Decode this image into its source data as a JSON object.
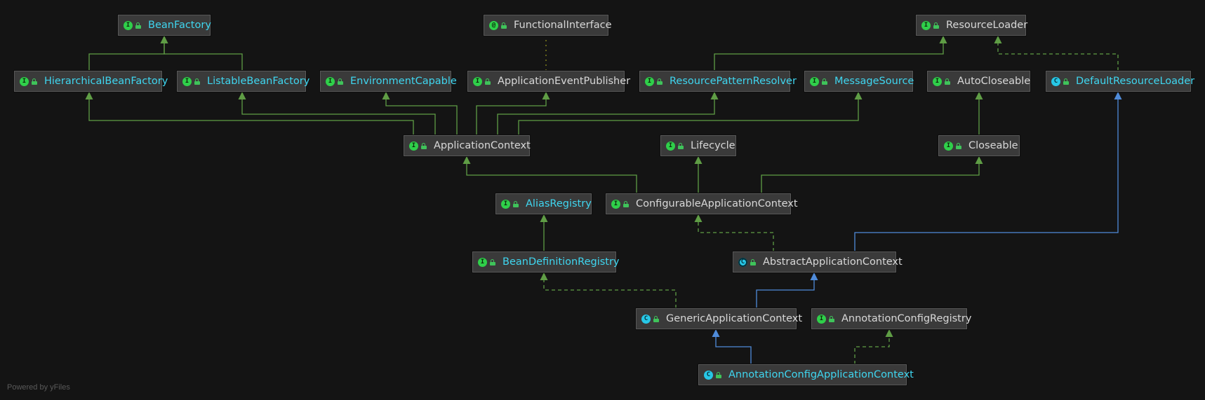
{
  "colors": {
    "background": "#141414",
    "node_fill": "#3a3a3a",
    "node_border": "#585858",
    "extends_edge": "#5f9d45",
    "implements_edge": "#4f8bd9",
    "annotation_edge": "#8c8c1e",
    "interface_badge": "#2fd04a",
    "class_badge": "#27c7e6",
    "linked_label": "#3fd6f0",
    "plain_label": "#d8d8d8"
  },
  "nodes": [
    {
      "id": "BeanFactory",
      "label": "BeanFactory",
      "kind": "interface",
      "linked": true
    },
    {
      "id": "FunctionalInterface",
      "label": "FunctionalInterface",
      "kind": "annotation",
      "linked": false
    },
    {
      "id": "ResourceLoader",
      "label": "ResourceLoader",
      "kind": "interface",
      "linked": false
    },
    {
      "id": "HierarchicalBeanFactory",
      "label": "HierarchicalBeanFactory",
      "kind": "interface",
      "linked": true
    },
    {
      "id": "ListableBeanFactory",
      "label": "ListableBeanFactory",
      "kind": "interface",
      "linked": true
    },
    {
      "id": "EnvironmentCapable",
      "label": "EnvironmentCapable",
      "kind": "interface",
      "linked": true
    },
    {
      "id": "ApplicationEventPublisher",
      "label": "ApplicationEventPublisher",
      "kind": "interface",
      "linked": false
    },
    {
      "id": "ResourcePatternResolver",
      "label": "ResourcePatternResolver",
      "kind": "interface",
      "linked": true
    },
    {
      "id": "MessageSource",
      "label": "MessageSource",
      "kind": "interface",
      "linked": true
    },
    {
      "id": "AutoCloseable",
      "label": "AutoCloseable",
      "kind": "interface",
      "linked": false
    },
    {
      "id": "DefaultResourceLoader",
      "label": "DefaultResourceLoader",
      "kind": "class",
      "linked": true
    },
    {
      "id": "ApplicationContext",
      "label": "ApplicationContext",
      "kind": "interface",
      "linked": false
    },
    {
      "id": "Lifecycle",
      "label": "Lifecycle",
      "kind": "interface",
      "linked": false
    },
    {
      "id": "Closeable",
      "label": "Closeable",
      "kind": "interface",
      "linked": false
    },
    {
      "id": "AliasRegistry",
      "label": "AliasRegistry",
      "kind": "interface",
      "linked": true
    },
    {
      "id": "ConfigurableApplicationContext",
      "label": "ConfigurableApplicationContext",
      "kind": "interface",
      "linked": false
    },
    {
      "id": "BeanDefinitionRegistry",
      "label": "BeanDefinitionRegistry",
      "kind": "interface",
      "linked": true
    },
    {
      "id": "AbstractApplicationContext",
      "label": "AbstractApplicationContext",
      "kind": "abstract",
      "linked": false
    },
    {
      "id": "GenericApplicationContext",
      "label": "GenericApplicationContext",
      "kind": "class",
      "linked": false
    },
    {
      "id": "AnnotationConfigRegistry",
      "label": "AnnotationConfigRegistry",
      "kind": "interface",
      "linked": false
    },
    {
      "id": "AnnotationConfigApplicationContext",
      "label": "AnnotationConfigApplicationContext",
      "kind": "class",
      "linked": true
    }
  ],
  "edges": [
    {
      "from": "HierarchicalBeanFactory",
      "to": "BeanFactory",
      "type": "extends"
    },
    {
      "from": "ListableBeanFactory",
      "to": "BeanFactory",
      "type": "extends"
    },
    {
      "from": "ApplicationEventPublisher",
      "to": "FunctionalInterface",
      "type": "annotation"
    },
    {
      "from": "ResourcePatternResolver",
      "to": "ResourceLoader",
      "type": "extends"
    },
    {
      "from": "DefaultResourceLoader",
      "to": "ResourceLoader",
      "type": "implements-interface"
    },
    {
      "from": "ApplicationContext",
      "to": "HierarchicalBeanFactory",
      "type": "extends"
    },
    {
      "from": "ApplicationContext",
      "to": "ListableBeanFactory",
      "type": "extends"
    },
    {
      "from": "ApplicationContext",
      "to": "EnvironmentCapable",
      "type": "extends"
    },
    {
      "from": "ApplicationContext",
      "to": "ApplicationEventPublisher",
      "type": "extends"
    },
    {
      "from": "ApplicationContext",
      "to": "ResourcePatternResolver",
      "type": "extends"
    },
    {
      "from": "ApplicationContext",
      "to": "MessageSource",
      "type": "extends"
    },
    {
      "from": "Closeable",
      "to": "AutoCloseable",
      "type": "extends"
    },
    {
      "from": "ConfigurableApplicationContext",
      "to": "ApplicationContext",
      "type": "extends"
    },
    {
      "from": "ConfigurableApplicationContext",
      "to": "Lifecycle",
      "type": "extends"
    },
    {
      "from": "ConfigurableApplicationContext",
      "to": "Closeable",
      "type": "extends"
    },
    {
      "from": "BeanDefinitionRegistry",
      "to": "AliasRegistry",
      "type": "extends"
    },
    {
      "from": "AbstractApplicationContext",
      "to": "ConfigurableApplicationContext",
      "type": "implements-interface"
    },
    {
      "from": "AbstractApplicationContext",
      "to": "DefaultResourceLoader",
      "type": "extends-class"
    },
    {
      "from": "GenericApplicationContext",
      "to": "BeanDefinitionRegistry",
      "type": "implements-interface"
    },
    {
      "from": "GenericApplicationContext",
      "to": "AbstractApplicationContext",
      "type": "extends-class"
    },
    {
      "from": "AnnotationConfigApplicationContext",
      "to": "GenericApplicationContext",
      "type": "extends-class"
    },
    {
      "from": "AnnotationConfigApplicationContext",
      "to": "AnnotationConfigRegistry",
      "type": "implements-interface"
    }
  ],
  "watermark": "Powered by yFiles"
}
